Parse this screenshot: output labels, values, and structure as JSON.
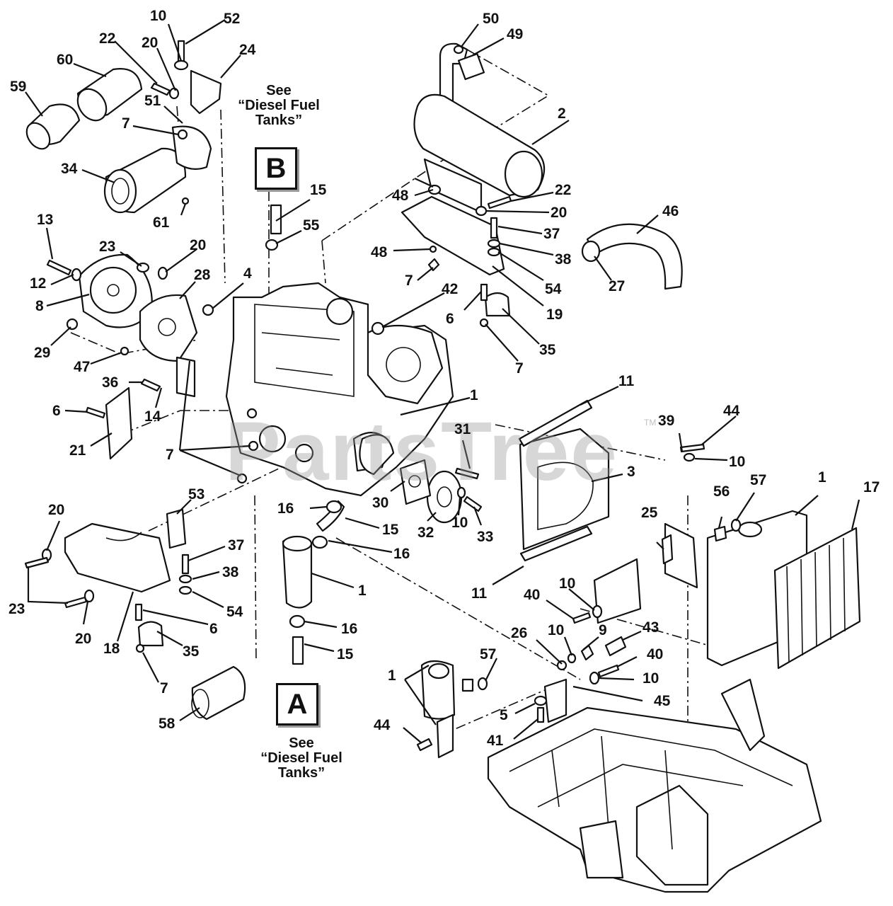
{
  "diagram": {
    "watermark": "PartsTree",
    "trademark": "TM",
    "callouts": {
      "b": "B",
      "a": "A"
    },
    "notes": {
      "diesel_top": "See\n“Diesel Fuel\nTanks”",
      "diesel_bottom": "See\n“Diesel Fuel\nTanks”"
    },
    "part_numbers": [
      "10",
      "52",
      "22",
      "20",
      "24",
      "60",
      "59",
      "51",
      "7",
      "34",
      "61",
      "13",
      "23",
      "20",
      "12",
      "8",
      "28",
      "4",
      "29",
      "47",
      "36",
      "14",
      "6",
      "21",
      "7",
      "15",
      "55",
      "50",
      "49",
      "2",
      "48",
      "22",
      "20",
      "37",
      "38",
      "46",
      "48",
      "27",
      "54",
      "7",
      "42",
      "19",
      "6",
      "35",
      "7",
      "1",
      "11",
      "31",
      "39",
      "44",
      "10",
      "3",
      "30",
      "32",
      "10",
      "33",
      "16",
      "15",
      "16",
      "20",
      "53",
      "37",
      "38",
      "54",
      "23",
      "20",
      "6",
      "18",
      "35",
      "7",
      "1",
      "16",
      "15",
      "58",
      "25",
      "56",
      "57",
      "1",
      "17",
      "11",
      "40",
      "10",
      "9",
      "26",
      "10",
      "43",
      "40",
      "10",
      "57",
      "1",
      "45",
      "5",
      "44",
      "41"
    ]
  }
}
